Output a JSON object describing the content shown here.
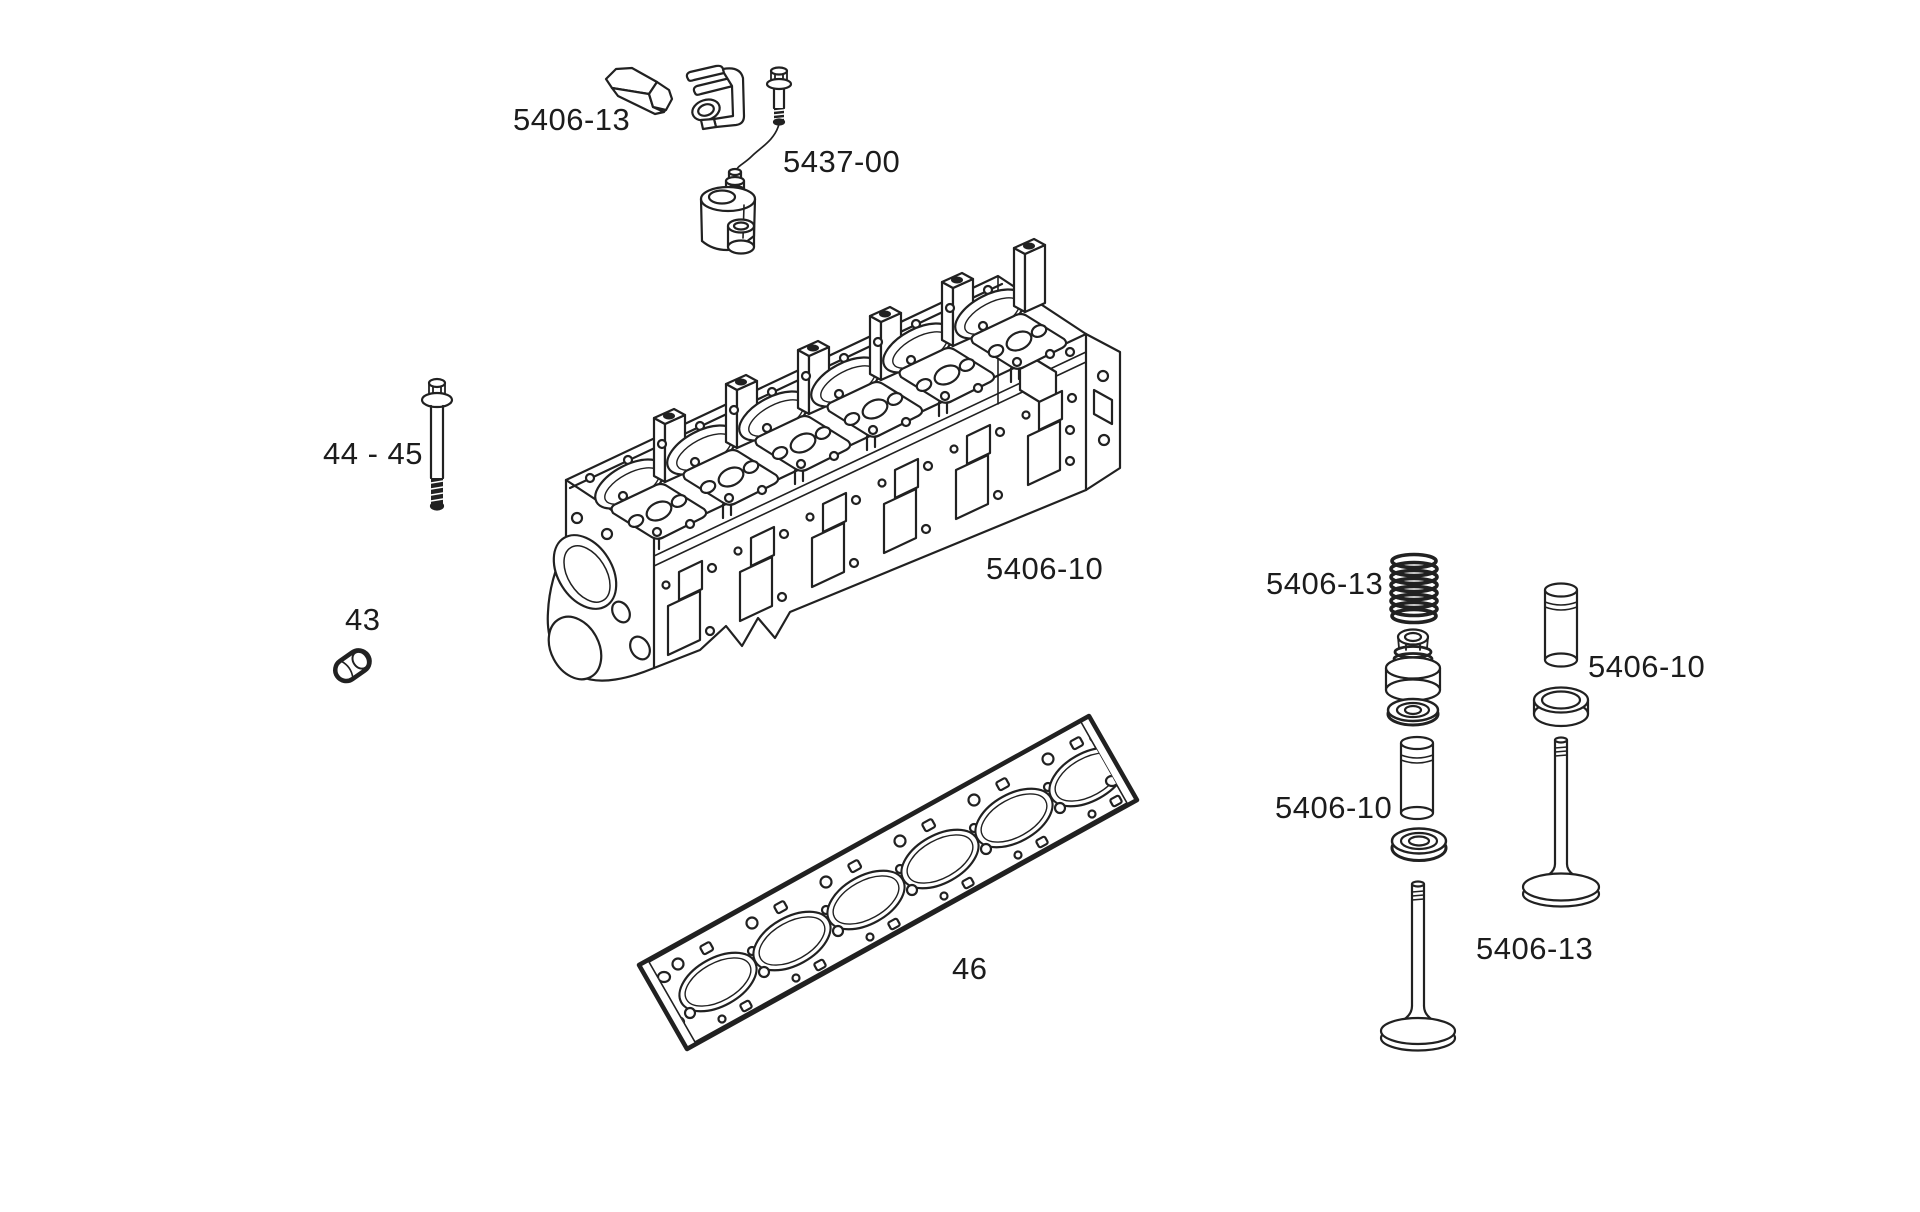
{
  "palette": {
    "background": "#ffffff",
    "line_art": "#212121",
    "label_text": "#1c1c1c"
  },
  "labels": {
    "pad_clamp": "5406-13",
    "adjuster": "5437-00",
    "head_bolts": "44 - 45",
    "dowel": "43",
    "cylinder_head": "5406-10",
    "valve_spring_group": "5406-13",
    "valve_guide_right": "5406-10",
    "valve_guide_left": "5406-10",
    "head_gasket": "46",
    "valve_group": "5406-13"
  }
}
